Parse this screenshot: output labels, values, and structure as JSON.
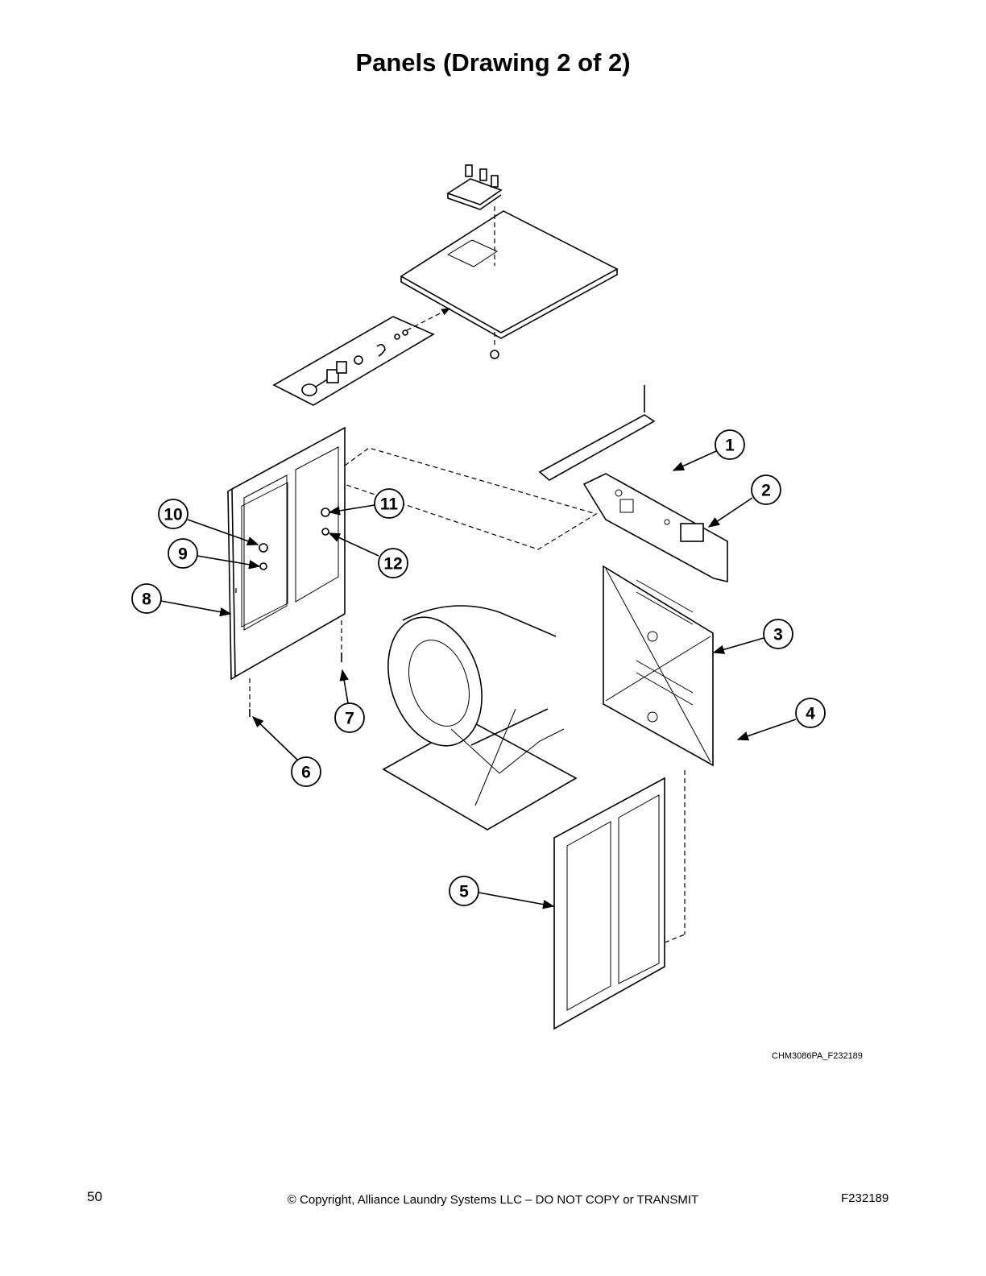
{
  "title": "Panels (Drawing 2 of 2)",
  "drawing_code": "CHM3086PA_F232189",
  "callouts": [
    {
      "num": "1"
    },
    {
      "num": "2"
    },
    {
      "num": "3"
    },
    {
      "num": "4"
    },
    {
      "num": "5"
    },
    {
      "num": "6"
    },
    {
      "num": "7"
    },
    {
      "num": "8"
    },
    {
      "num": "9"
    },
    {
      "num": "10"
    },
    {
      "num": "11"
    },
    {
      "num": "12"
    }
  ],
  "footer": {
    "page_number": "50",
    "copyright": "© Copyright, Alliance Laundry Systems LLC – DO NOT COPY or TRANSMIT",
    "document_number": "F232189"
  }
}
